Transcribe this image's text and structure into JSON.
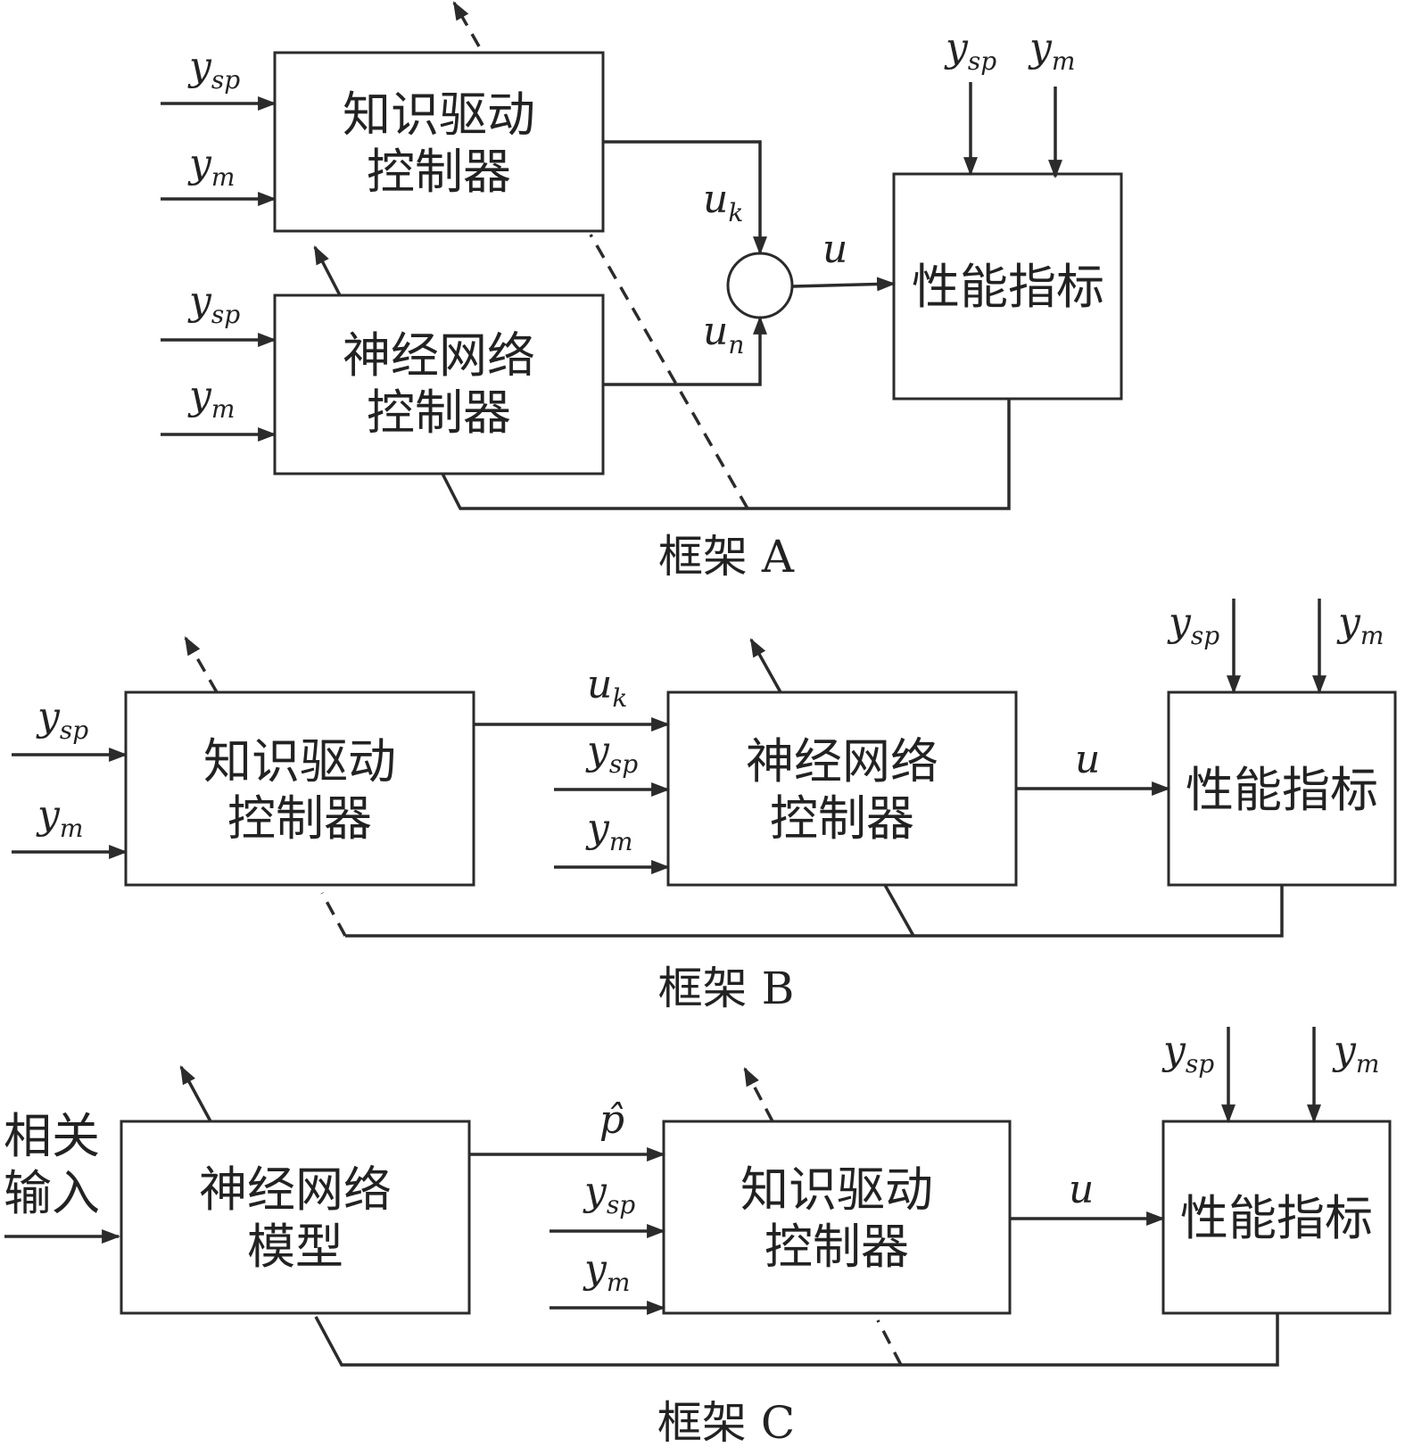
{
  "blocks": {
    "knowledge_controller": {
      "line1": "知识驱动",
      "line2": "控制器"
    },
    "nn_controller": {
      "line1": "神经网络",
      "line2": "控制器"
    },
    "nn_model": {
      "line1": "神经网络",
      "line2": "模型"
    },
    "performance_index": "性能指标",
    "related_input": {
      "line1": "相关",
      "line2": "输入"
    }
  },
  "signals": {
    "y": "y",
    "sp": "sp",
    "m": "m",
    "u": "u",
    "k": "k",
    "n": "n",
    "p_hat": "p̂"
  },
  "captions": {
    "a": "框架  A",
    "b": "框架  B",
    "c": "框架  C"
  },
  "colors": {
    "stroke": "#2b2b2b",
    "background": "#ffffff"
  }
}
